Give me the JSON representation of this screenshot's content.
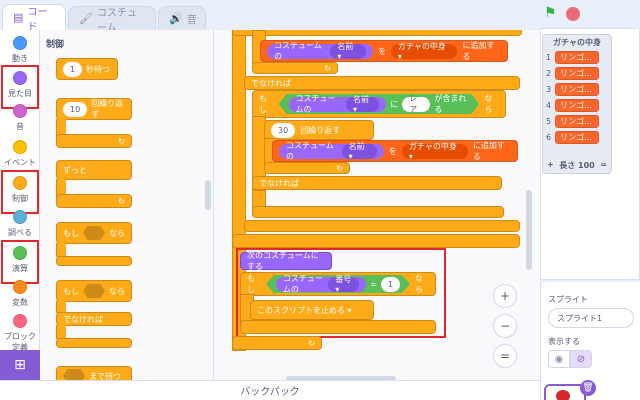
{
  "tabs": [
    {
      "label": "コード",
      "icon": "code-icon"
    },
    {
      "label": "コスチューム",
      "icon": "brush-icon"
    },
    {
      "label": "音",
      "icon": "speaker-icon"
    }
  ],
  "categories": [
    {
      "label": "動き",
      "color": "#4c97ff"
    },
    {
      "label": "見た目",
      "color": "#9966ff"
    },
    {
      "label": "音",
      "color": "#cf63cf"
    },
    {
      "label": "イベント",
      "color": "#ffbf00"
    },
    {
      "label": "制御",
      "color": "#ffab19"
    },
    {
      "label": "調べる",
      "color": "#5cb1d6"
    },
    {
      "label": "演算",
      "color": "#59c059"
    },
    {
      "label": "変数",
      "color": "#ff8c1a"
    },
    {
      "label": "ブロック定義",
      "color": "#ff6680"
    }
  ],
  "palette": {
    "title": "制御",
    "wait_value": "1",
    "wait_label": "秒待つ",
    "repeat_value": "10",
    "repeat_label": "回繰り返す",
    "forever_label": "ずっと",
    "if_label": "もし",
    "then_label": "なら",
    "if2_label": "もし",
    "then2_label": "なら",
    "else_label": "でなければ",
    "wait_until_label": "まで待つ"
  },
  "code": {
    "add1_costume": "コスチュームの",
    "add1_name": "名前 ▾",
    "add1_to": "を",
    "add1_list": "ガチャの中身 ▾",
    "add1_add": "に追加する",
    "else1": "でなければ",
    "if1": "もし",
    "cond_costume": "コスチュームの",
    "cond_name": "名前 ▾",
    "cond_ni": "に",
    "cond_value": "レア",
    "cond_contains": "が含まれる",
    "cond_then": "なら",
    "repeat_value": "30",
    "repeat_label": "回繰り返す",
    "add2_costume": "コスチュームの",
    "add2_name": "名前 ▾",
    "add2_to": "を",
    "add2_list": "ガチャの中身 ▾",
    "add2_add": "に追加する",
    "else2": "でなければ",
    "next_costume": "次のコスチュームにする",
    "if3": "もし",
    "eq_costume": "コスチュームの",
    "eq_number": "番号 ▾",
    "eq_sign": "=",
    "eq_value": "1",
    "if3_then": "なら",
    "stop_label": "このスクリプトを止める ▾"
  },
  "zoom": {
    "in": "+",
    "out": "−",
    "reset": "="
  },
  "backpack_label": "バックパック",
  "list_monitor": {
    "title": "ガチャの中身",
    "items": [
      "リンゴ...",
      "リンゴ...",
      "リンゴ...",
      "リンゴ...",
      "リンゴ...",
      "リンゴ..."
    ],
    "indices": [
      "1",
      "2",
      "3",
      "4",
      "5",
      "6"
    ],
    "add": "+",
    "length_label": "長さ 100",
    "resize": "="
  },
  "sprite_pane": {
    "sprite_label": "スプライト",
    "sprite_name": "スプライト1",
    "show_label": "表示する"
  }
}
